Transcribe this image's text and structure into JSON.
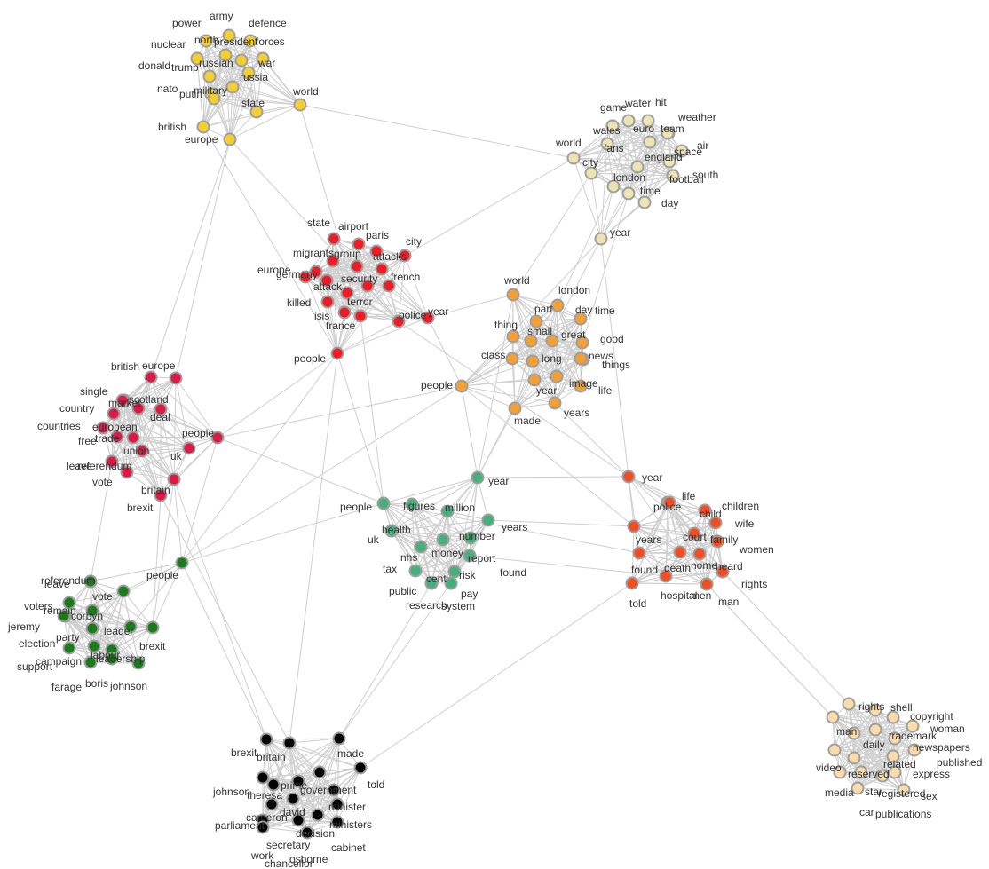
{
  "network": {
    "clusters": [
      {
        "id": "yellow",
        "color": "#f5cf2f",
        "nodes": [
          {
            "w": "power"
          },
          {
            "w": "army"
          },
          {
            "w": "defence"
          },
          {
            "w": "nuclear"
          },
          {
            "w": "north"
          },
          {
            "w": "president"
          },
          {
            "w": "forces"
          },
          {
            "w": "donald"
          },
          {
            "w": "trump"
          },
          {
            "w": "russian"
          },
          {
            "w": "war"
          },
          {
            "w": "russia"
          },
          {
            "w": "nato"
          },
          {
            "w": "putin"
          },
          {
            "w": "military"
          },
          {
            "w": "state"
          },
          {
            "w": "world"
          },
          {
            "w": "british"
          },
          {
            "w": "europe"
          }
        ]
      },
      {
        "id": "beige",
        "color": "#ece4b3",
        "nodes": [
          {
            "w": "game"
          },
          {
            "w": "water"
          },
          {
            "w": "hit"
          },
          {
            "w": "weather"
          },
          {
            "w": "wales"
          },
          {
            "w": "euro"
          },
          {
            "w": "team"
          },
          {
            "w": "world"
          },
          {
            "w": "fans"
          },
          {
            "w": "air"
          },
          {
            "w": "space"
          },
          {
            "w": "city"
          },
          {
            "w": "england"
          },
          {
            "w": "south"
          },
          {
            "w": "london"
          },
          {
            "w": "football"
          },
          {
            "w": "time"
          },
          {
            "w": "day"
          },
          {
            "w": "year"
          }
        ]
      },
      {
        "id": "red",
        "color": "#ee1c25",
        "nodes": [
          {
            "w": "state"
          },
          {
            "w": "airport"
          },
          {
            "w": "paris"
          },
          {
            "w": "city"
          },
          {
            "w": "migrants"
          },
          {
            "w": "group"
          },
          {
            "w": "attacks"
          },
          {
            "w": "europe"
          },
          {
            "w": "germany"
          },
          {
            "w": "security"
          },
          {
            "w": "french"
          },
          {
            "w": "attack"
          },
          {
            "w": "terror"
          },
          {
            "w": "killed"
          },
          {
            "w": "isis"
          },
          {
            "w": "police"
          },
          {
            "w": "year"
          },
          {
            "w": "france"
          },
          {
            "w": "people"
          }
        ]
      },
      {
        "id": "orange",
        "color": "#f5a031",
        "nodes": [
          {
            "w": "world"
          },
          {
            "w": "london"
          },
          {
            "w": "part"
          },
          {
            "w": "day"
          },
          {
            "w": "time"
          },
          {
            "w": "thing"
          },
          {
            "w": "small"
          },
          {
            "w": "great"
          },
          {
            "w": "good"
          },
          {
            "w": "class"
          },
          {
            "w": "long"
          },
          {
            "w": "news"
          },
          {
            "w": "things"
          },
          {
            "w": "people"
          },
          {
            "w": "image"
          },
          {
            "w": "year"
          },
          {
            "w": "life"
          },
          {
            "w": "made"
          },
          {
            "w": "years"
          }
        ]
      },
      {
        "id": "crimson",
        "color": "#db1a45",
        "nodes": [
          {
            "w": "british"
          },
          {
            "w": "europe"
          },
          {
            "w": "single"
          },
          {
            "w": "market"
          },
          {
            "w": "scotland"
          },
          {
            "w": "country"
          },
          {
            "w": "deal"
          },
          {
            "w": "countries"
          },
          {
            "w": "european"
          },
          {
            "w": "free"
          },
          {
            "w": "trade"
          },
          {
            "w": "people"
          },
          {
            "w": "union"
          },
          {
            "w": "uk"
          },
          {
            "w": "leave"
          },
          {
            "w": "referendum"
          },
          {
            "w": "vote"
          },
          {
            "w": "britain"
          },
          {
            "w": "brexit"
          }
        ]
      },
      {
        "id": "teal",
        "color": "#45b07a",
        "nodes": [
          {
            "w": "year"
          },
          {
            "w": "people"
          },
          {
            "w": "figures"
          },
          {
            "w": "million"
          },
          {
            "w": "years"
          },
          {
            "w": "health"
          },
          {
            "w": "uk"
          },
          {
            "w": "number"
          },
          {
            "w": "nhs"
          },
          {
            "w": "money"
          },
          {
            "w": "report"
          },
          {
            "w": "tax"
          },
          {
            "w": "risk"
          },
          {
            "w": "found"
          },
          {
            "w": "cent"
          },
          {
            "w": "public"
          },
          {
            "w": "pay"
          },
          {
            "w": "research"
          },
          {
            "w": "system"
          }
        ]
      },
      {
        "id": "redorange",
        "color": "#f24e22",
        "nodes": [
          {
            "w": "year"
          },
          {
            "w": "life"
          },
          {
            "w": "police"
          },
          {
            "w": "child"
          },
          {
            "w": "children"
          },
          {
            "w": "wife"
          },
          {
            "w": "years"
          },
          {
            "w": "court"
          },
          {
            "w": "family"
          },
          {
            "w": "women"
          },
          {
            "w": "found"
          },
          {
            "w": "death"
          },
          {
            "w": "home"
          },
          {
            "w": "heard"
          },
          {
            "w": "rights"
          },
          {
            "w": "hospital"
          },
          {
            "w": "men"
          },
          {
            "w": "told"
          },
          {
            "w": "man"
          }
        ]
      },
      {
        "id": "green",
        "color": "#1a7b1a",
        "nodes": [
          {
            "w": "referendum"
          },
          {
            "w": "leave"
          },
          {
            "w": "vote"
          },
          {
            "w": "people"
          },
          {
            "w": "voters"
          },
          {
            "w": "remain"
          },
          {
            "w": "corbyn"
          },
          {
            "w": "jeremy"
          },
          {
            "w": "party"
          },
          {
            "w": "leader"
          },
          {
            "w": "brexit"
          },
          {
            "w": "election"
          },
          {
            "w": "campaign"
          },
          {
            "w": "labour"
          },
          {
            "w": "leadership"
          },
          {
            "w": "support"
          },
          {
            "w": "farage"
          },
          {
            "w": "boris"
          },
          {
            "w": "johnson"
          }
        ]
      },
      {
        "id": "black",
        "color": "#050505",
        "nodes": [
          {
            "w": "brexit"
          },
          {
            "w": "britain"
          },
          {
            "w": "made"
          },
          {
            "w": "prime"
          },
          {
            "w": "government"
          },
          {
            "w": "told"
          },
          {
            "w": "johnson"
          },
          {
            "w": "theresa"
          },
          {
            "w": "minister"
          },
          {
            "w": "cameron"
          },
          {
            "w": "david"
          },
          {
            "w": "parliament"
          },
          {
            "w": "ministers"
          },
          {
            "w": "decision"
          },
          {
            "w": "secretary"
          },
          {
            "w": "cabinet"
          },
          {
            "w": "work"
          },
          {
            "w": "osborne"
          },
          {
            "w": "chancellor"
          }
        ]
      },
      {
        "id": "peach",
        "color": "#fadbaa",
        "nodes": [
          {
            "w": "rights"
          },
          {
            "w": "shell"
          },
          {
            "w": "copyright"
          },
          {
            "w": "woman"
          },
          {
            "w": "man"
          },
          {
            "w": "trademark"
          },
          {
            "w": "daily"
          },
          {
            "w": "newspapers"
          },
          {
            "w": "related"
          },
          {
            "w": "published"
          },
          {
            "w": "video"
          },
          {
            "w": "reserved"
          },
          {
            "w": "express"
          },
          {
            "w": "media"
          },
          {
            "w": "star"
          },
          {
            "w": "registered"
          },
          {
            "w": "sex"
          },
          {
            "w": "car"
          },
          {
            "w": "publications"
          }
        ]
      }
    ]
  }
}
